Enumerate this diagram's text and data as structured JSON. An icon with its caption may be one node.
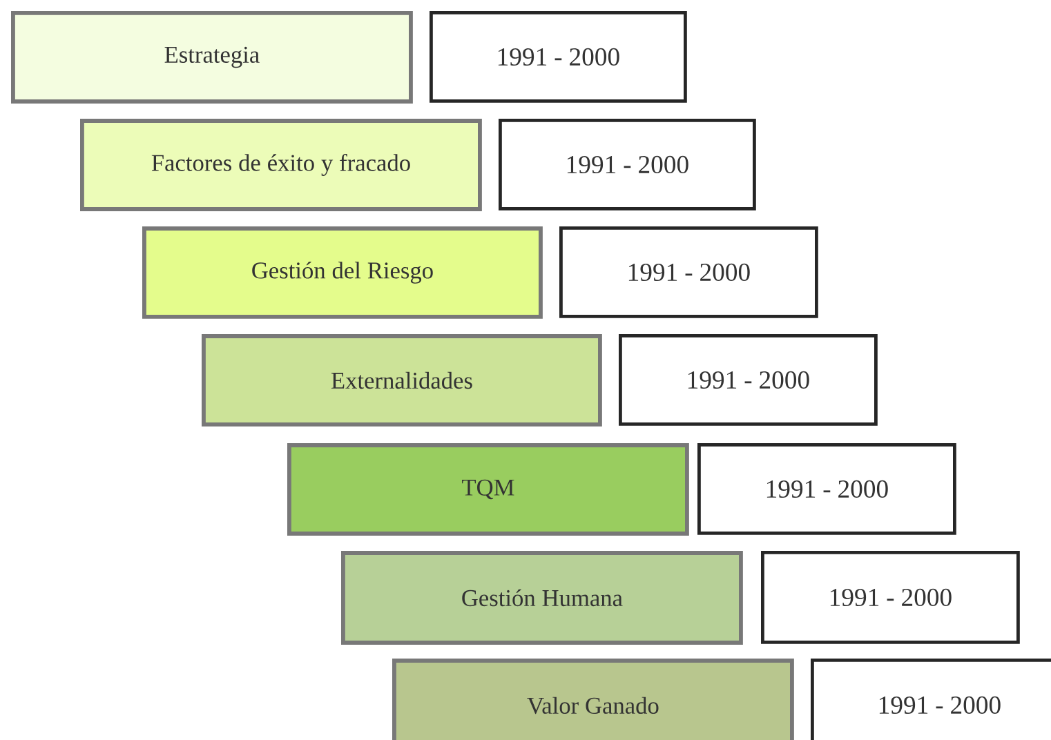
{
  "diagram": {
    "nodes": [
      {
        "text": [
          "Estrategia"
        ]
      },
      {
        "text": [
          "1991 - 2000"
        ]
      },
      {
        "text": [
          "Factores de éxito y fracado"
        ]
      },
      {
        "text": [
          "1991 - 2000"
        ]
      },
      {
        "text": [
          "Gestión del Riesgo"
        ]
      },
      {
        "text": [
          "1991 - 2000"
        ]
      },
      {
        "text": [
          "Externalidades"
        ]
      },
      {
        "text": [
          "1991 - 2000"
        ]
      },
      {
        "text": [
          "TQM"
        ]
      },
      {
        "text": [
          "1991 - 2000"
        ]
      },
      {
        "text": [
          "Gestión Humana"
        ]
      },
      {
        "text": [
          "1991 - 2000"
        ]
      },
      {
        "text": [
          "Valor Ganado"
        ]
      },
      {
        "text": [
          "1991 - 2000"
        ]
      }
    ]
  }
}
